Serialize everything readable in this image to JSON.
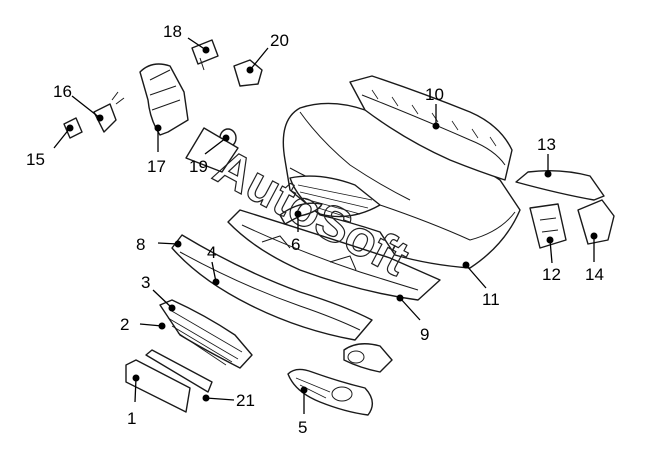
{
  "watermark": "AutoSoft",
  "callouts": [
    "1",
    "2",
    "3",
    "4",
    "5",
    "6",
    "8",
    "9",
    "10",
    "11",
    "12",
    "13",
    "14",
    "15",
    "16",
    "17",
    "18",
    "19",
    "20",
    "21"
  ],
  "colors": {
    "line": "#1a1a1a",
    "background": "#ffffff"
  }
}
